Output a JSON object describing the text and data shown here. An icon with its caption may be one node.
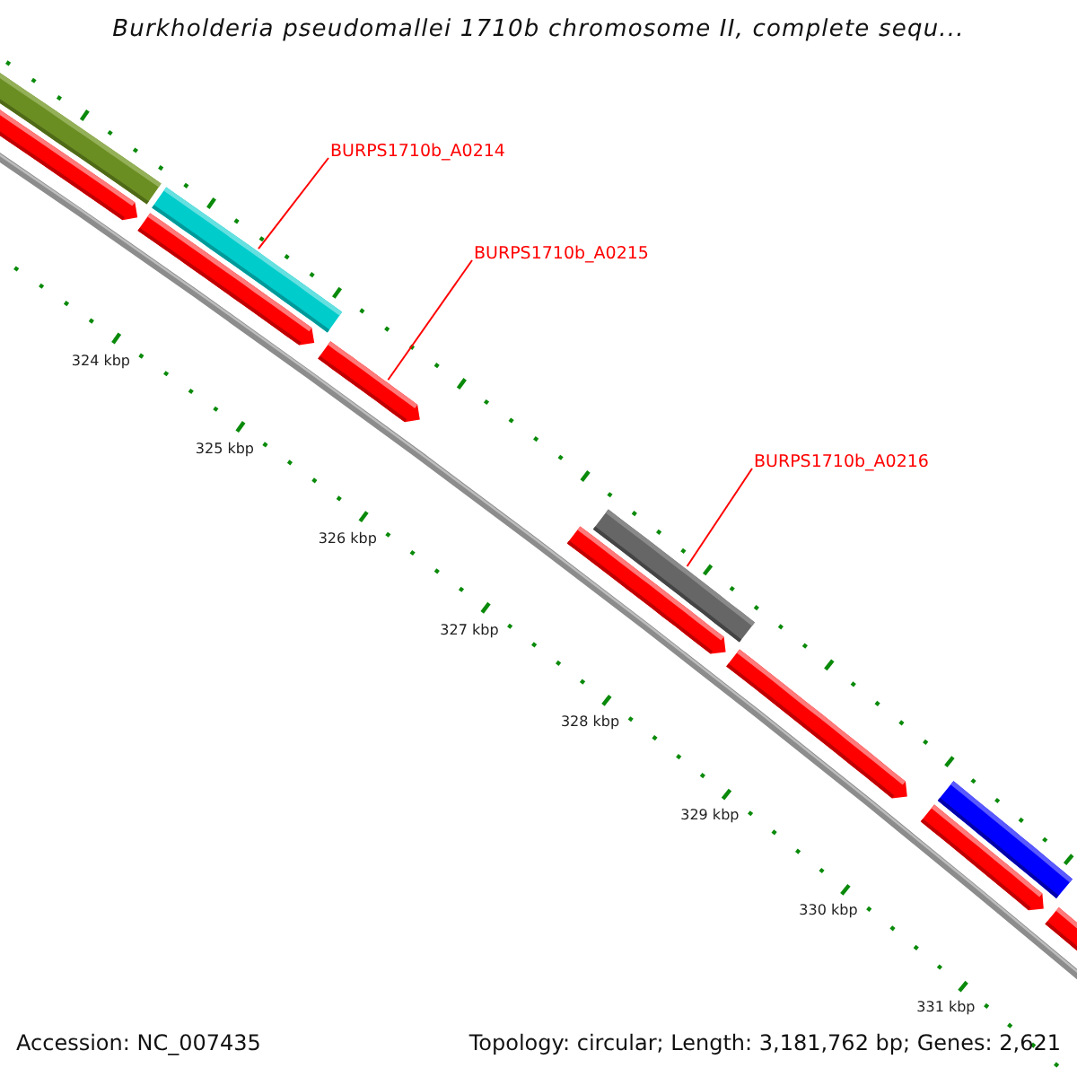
{
  "diagram": {
    "title": "Burkholderia pseudomallei 1710b chromosome II, complete sequ...",
    "nodes": [
      {
        "text": [
          "BURPS1710b_A0214"
        ]
      },
      {
        "text": [],
        "shape": "bar"
      },
      {
        "text": [
          "BURPS1710b_A0215"
        ]
      },
      {
        "text": [],
        "shape": "bar"
      },
      {
        "text": [
          "BURPS1710b_A0216"
        ]
      },
      {
        "text": [],
        "shape": "bar"
      }
    ],
    "edges": [
      {
        "from": 0,
        "to": 1,
        "arrow": "none"
      },
      {
        "from": 2,
        "to": 3,
        "arrow": "none"
      },
      {
        "from": 4,
        "to": 5,
        "arrow": "none"
      }
    ],
    "labels": [
      "324 kbp",
      "325 kbp",
      "326 kbp",
      "327 kbp",
      "328 kbp",
      "329 kbp",
      "330 kbp",
      "331 kbp",
      "Accession: NC_007435",
      "Topology: circular; Length: 3,181,762 bp; Genes: 2,621"
    ]
  }
}
